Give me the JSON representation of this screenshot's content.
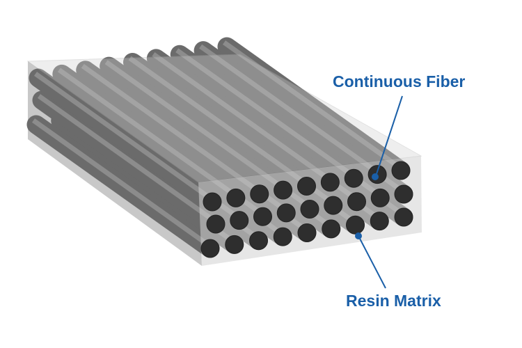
{
  "labels": {
    "fiber": "Continuous Fiber",
    "matrix": "Resin Matrix"
  },
  "colors": {
    "label": "#1a5fa8",
    "fiber_body": "#6b6b6b",
    "fiber_end": "#2e2e2e",
    "resin": "#c8c8c8"
  },
  "structure": {
    "rows": 3,
    "columns": 9
  }
}
